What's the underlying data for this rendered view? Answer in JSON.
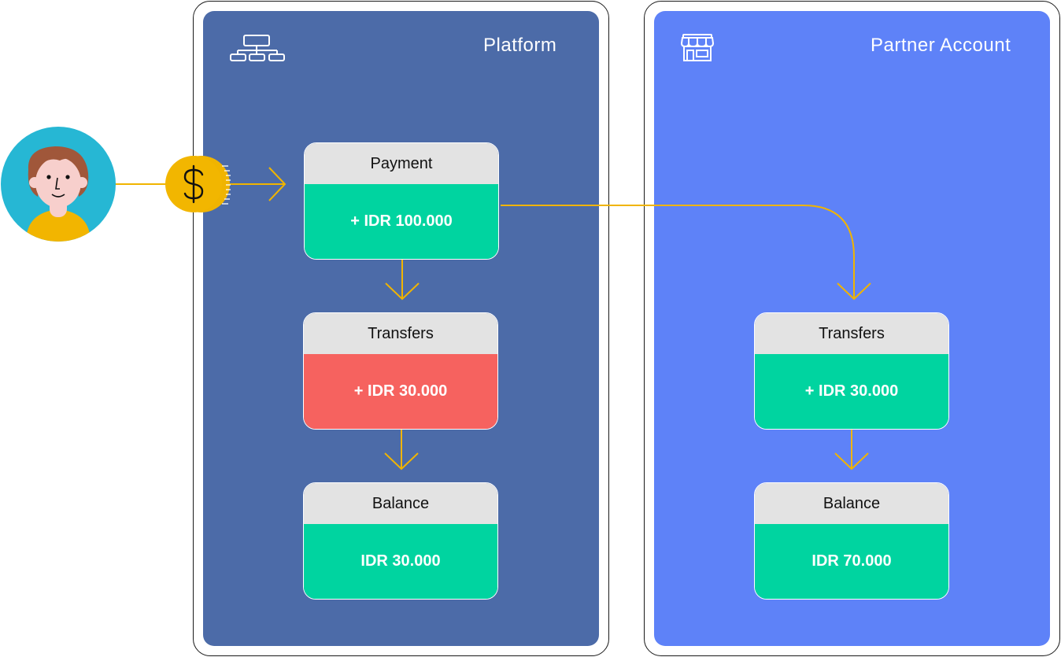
{
  "colors": {
    "platform_panel": "#4c6ba8",
    "partner_panel": "#5e82f8",
    "positive": "#00d4a0",
    "negative": "#f6625f",
    "card_header": "#e3e3e3",
    "flow_line": "#f0b400",
    "avatar_bg": "#26b7d4"
  },
  "icons": {
    "customer": "customer-avatar-icon",
    "coin": "dollar-coin-icon",
    "platform": "org-chart-icon",
    "partner": "storefront-icon"
  },
  "platform": {
    "title": "Platform",
    "payment": {
      "label": "Payment",
      "amount": "+ IDR 100.000",
      "status": "positive"
    },
    "transfers": {
      "label": "Transfers",
      "amount": "+ IDR 30.000",
      "status": "negative"
    },
    "balance": {
      "label": "Balance",
      "amount": "IDR 30.000",
      "status": "positive"
    }
  },
  "partner": {
    "title": "Partner Account",
    "transfers": {
      "label": "Transfers",
      "amount": "+ IDR 30.000",
      "status": "positive"
    },
    "balance": {
      "label": "Balance",
      "amount": "IDR 70.000",
      "status": "positive"
    }
  }
}
